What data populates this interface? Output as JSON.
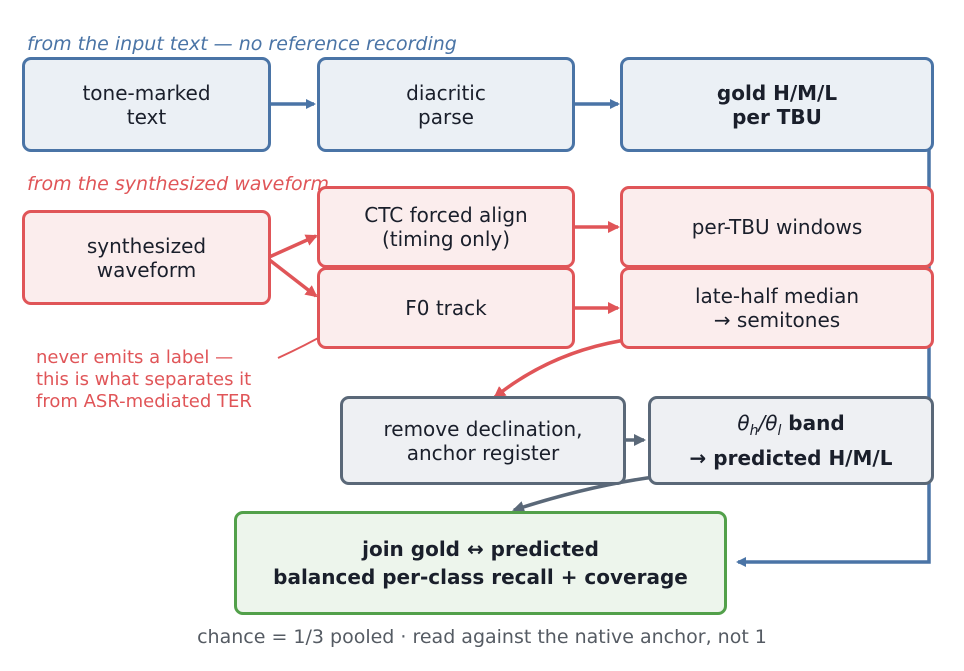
{
  "lanes": {
    "input": "from the input text — no reference recording",
    "synth": "from the synthesized waveform"
  },
  "boxes": {
    "tone_marked": [
      "tone-marked",
      "text"
    ],
    "diacritic": [
      "diacritic",
      "parse"
    ],
    "gold": [
      "gold H/M/L",
      "per TBU"
    ],
    "synth_wave": [
      "synthesized",
      "waveform"
    ],
    "ctc": [
      "CTC forced align",
      "(timing only)"
    ],
    "f0": [
      "F0 track"
    ],
    "windows": [
      "per-TBU windows"
    ],
    "median": [
      "late-half median",
      "→ semitones"
    ],
    "declination": [
      "remove declination,",
      "anchor register"
    ],
    "band_prefix": "θ",
    "band_sub_h": "h",
    "band_slash": "/θ",
    "band_sub_l": "l",
    "band_suffix": " band",
    "band_line2": "→ predicted H/M/L",
    "join": [
      "join gold ↔ predicted",
      "balanced per-class recall + coverage"
    ]
  },
  "note": [
    "never emits a label —",
    "this is what separates it",
    "from ASR-mediated TER"
  ],
  "footer": "chance = 1/3 pooled  ·  read against the native anchor, not 1",
  "colors": {
    "blue": "#4a74a6",
    "red": "#e05558",
    "gray": "#5a6878",
    "green": "#52a04a"
  }
}
